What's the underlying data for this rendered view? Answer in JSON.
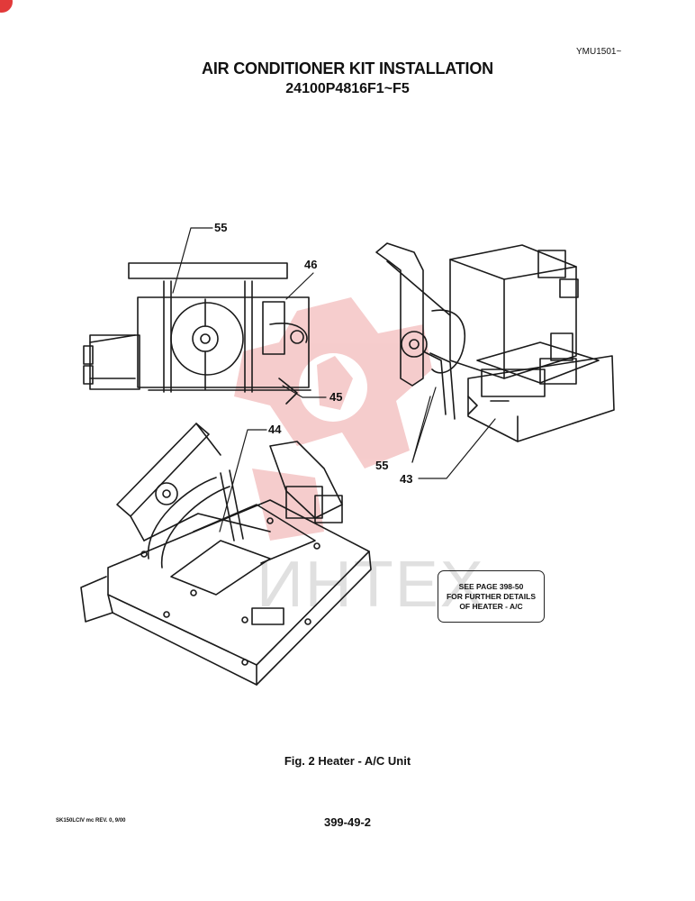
{
  "header": {
    "doc_code": "YMU1501~",
    "title": "AIR CONDITIONER KIT INSTALLATION",
    "subtitle": "24100P4816F1~F5"
  },
  "callouts": {
    "c55_top": "55",
    "c46": "46",
    "c45": "45",
    "c44": "44",
    "c55_right": "55",
    "c43": "43"
  },
  "note": {
    "line1": "SEE PAGE 398-50",
    "line2": "FOR FURTHER DETAILS",
    "line3": "OF HEATER - A/C"
  },
  "caption": "Fig. 2 Heater - A/C Unit",
  "footer": {
    "revision": "SK150LCIV mc REV. 0, 9/00",
    "page_number": "399-49-2"
  },
  "watermark": {
    "text": "ИНТЕХ",
    "color": "#f2b8b8"
  }
}
